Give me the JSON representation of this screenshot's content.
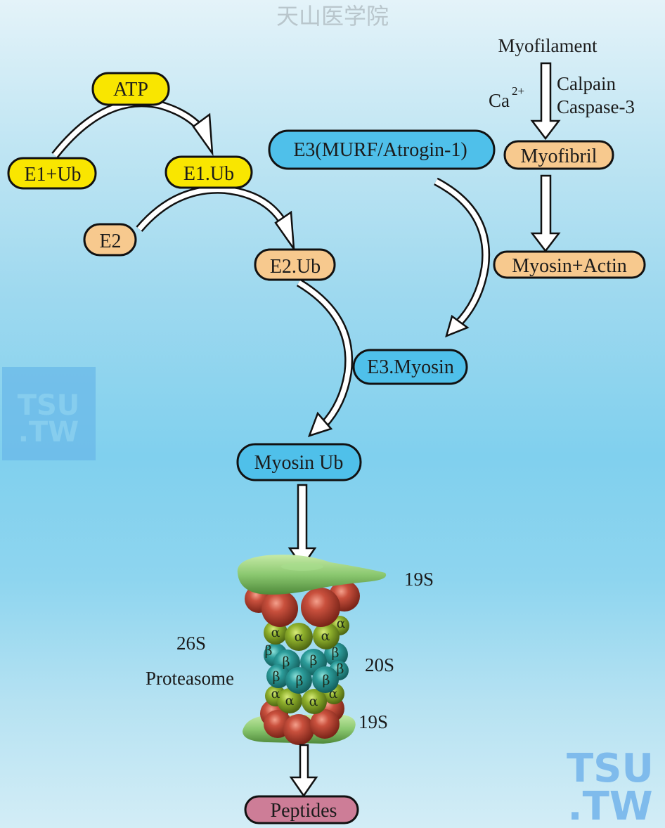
{
  "watermark": {
    "top_text": "天山医学院",
    "logo_line1": "TSU",
    "logo_line2": ".TW"
  },
  "colors": {
    "yellow_node": "#f9e600",
    "orange_node": "#f7c98e",
    "blue_node": "#4fc0ea",
    "pink_node": "#cd7d97",
    "arrow_fill": "#ffffff",
    "outline": "#111111",
    "proteasome_cap": "#8bc870",
    "proteasome_red": "#c0493a",
    "proteasome_alpha": "#8fb02c",
    "proteasome_beta": "#2c9c9a"
  },
  "nodes": {
    "atp": "ATP",
    "e1_ub_free": "E1+Ub",
    "e1_ub": "E1.Ub",
    "e2": "E2",
    "e2_ub": "E2.Ub",
    "e3": "E3(MURF/Atrogin-1)",
    "e3_myosin": "E3.Myosin",
    "myosin_ub": "Myosin Ub",
    "myofibril": "Myofibril",
    "myosin_actin": "Myosin+Actin",
    "peptides": "Peptides"
  },
  "labels": {
    "myofilament": "Myofilament",
    "calcium": "Ca",
    "calcium_charge": "2+",
    "calpain": "Calpain",
    "caspase": "Caspase-3",
    "proteasome_26s": "26S",
    "proteasome_name": "Proteasome",
    "cap_19s_top": "19S",
    "core_20s": "20S",
    "cap_19s_bottom": "19S",
    "alpha": "α",
    "beta": "β"
  }
}
